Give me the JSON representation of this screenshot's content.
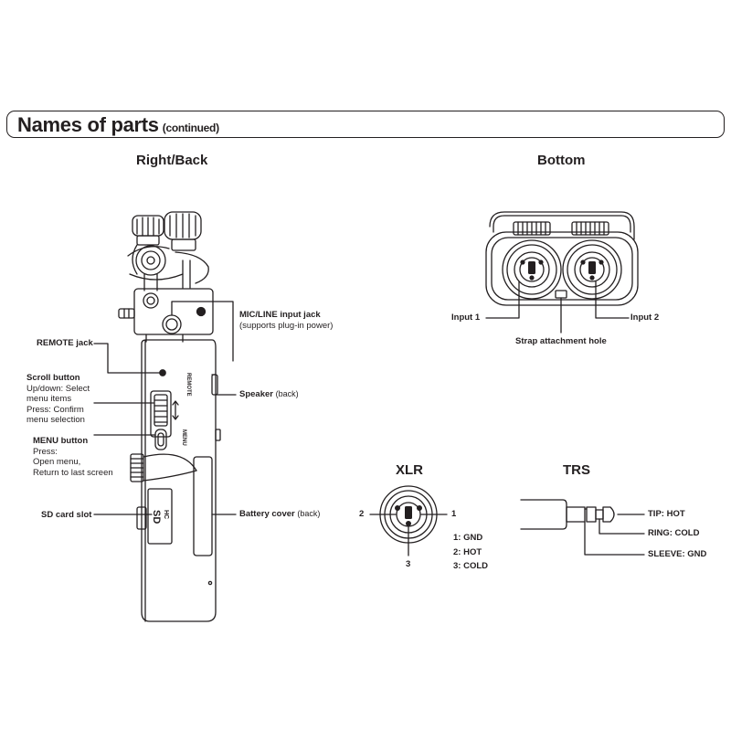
{
  "header": {
    "title": "Names of parts",
    "subtitle": "(continued)"
  },
  "sections": {
    "right_back": "Right/Back",
    "bottom": "Bottom",
    "xlr": "XLR",
    "trs": "TRS"
  },
  "right_back_labels": {
    "mic_line": {
      "name": "MIC/LINE input jack",
      "desc": "(supports plug-in power)"
    },
    "remote": {
      "name": "REMOTE jack"
    },
    "scroll": {
      "name": "Scroll button",
      "desc": [
        "Up/down: Select",
        "menu items",
        "Press: Confirm",
        "menu selection"
      ]
    },
    "menu": {
      "name": "MENU button",
      "desc": [
        "Press:",
        "Open menu,",
        "Return to last screen"
      ]
    },
    "sd": {
      "name": "SD card slot"
    },
    "speaker": {
      "name": "Speaker",
      "note": "(back)"
    },
    "battery": {
      "name": "Battery cover",
      "note": "(back)"
    }
  },
  "device_print": {
    "remote": "REMOTE",
    "menu": "MENU",
    "sd_logo": "SD",
    "sd_hc": "HC"
  },
  "bottom_labels": {
    "input1": "Input 1",
    "input2": "Input 2",
    "strap": "Strap attachment hole"
  },
  "xlr": {
    "pin1": "1",
    "pin2": "2",
    "pin3": "3",
    "legend": [
      "1: GND",
      "2: HOT",
      "3: COLD"
    ]
  },
  "trs": {
    "tip": "TIP: HOT",
    "ring": "RING: COLD",
    "sleeve": "SLEEVE: GND"
  },
  "colors": {
    "ink": "#231f20",
    "paper": "#ffffff"
  }
}
